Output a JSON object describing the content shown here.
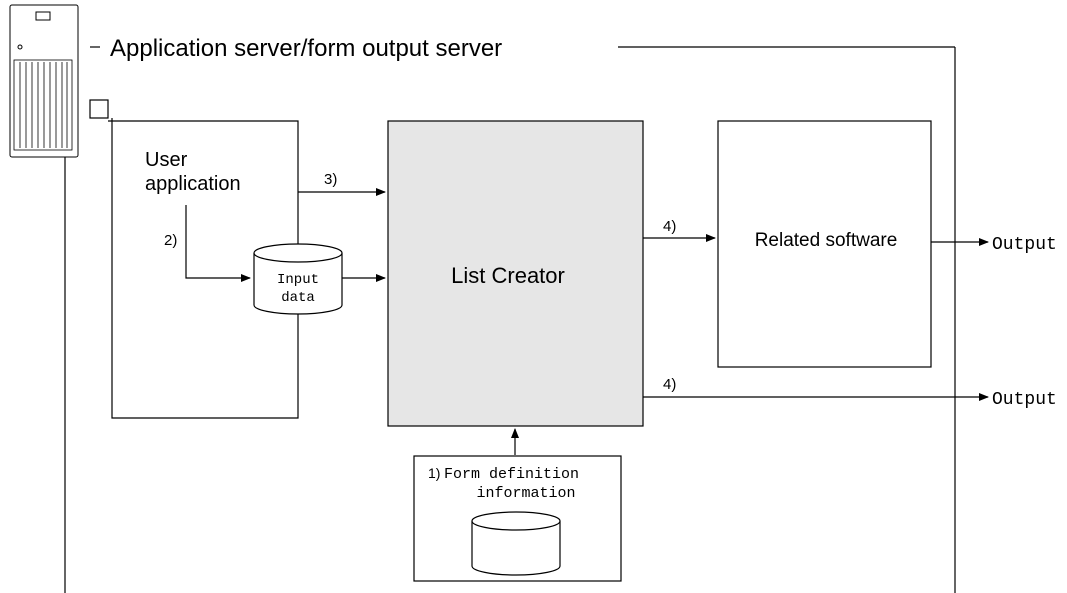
{
  "server": {
    "title": "Application server/form output server"
  },
  "user_app": {
    "label_line1": "User",
    "label_line2": "application"
  },
  "input_data": {
    "line1": "Input",
    "line2": "data"
  },
  "list_creator": {
    "label": "List Creator",
    "fill_color": "#e6e6e6"
  },
  "related_software": {
    "label": "Related software"
  },
  "form_definition": {
    "number": "1)",
    "line1": "Form definition",
    "line2": "information"
  },
  "steps": {
    "step2": "2)",
    "step3": "3)",
    "step4_upper": "4)",
    "step4_lower": "4)"
  },
  "outputs": {
    "upper": "Output",
    "lower": "Output"
  },
  "icons": {
    "server": "server-tower-icon",
    "database": "database-cylinder-icon"
  }
}
